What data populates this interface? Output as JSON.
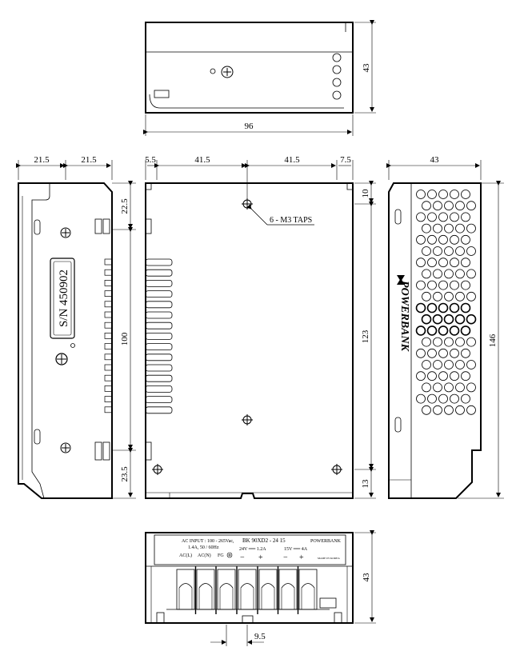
{
  "dims": {
    "top_height": "43",
    "top_width": "96",
    "left_21_5_a": "21.5",
    "left_21_5_b": "21.5",
    "front_5_5": "5.5",
    "front_41_5_a": "41.5",
    "front_41_5_b": "41.5",
    "front_7_5": "7.5",
    "right_43": "43",
    "left_22_5": "22.5",
    "left_100": "100",
    "left_23_5": "23.5",
    "front_10": "10",
    "front_123": "123",
    "front_13": "13",
    "right_146": "146",
    "bottom_43": "43",
    "bottom_9_5": "9.5"
  },
  "labels": {
    "serial": "S/N 450902",
    "taps": "6 - M3 TAPS",
    "brand": "POWERBANK"
  },
  "terminal_panel": {
    "ac_input_line1": "AC INPUT : 100 - 265Vac,",
    "ac_input_line2": "1.4A,  50 / 60Hz",
    "model": "BK 90XD2 - 24 15",
    "brand_small": "POWERBANK",
    "out1": "24V ══ 1.2A",
    "out2": "15V ══ 4A",
    "acl": "AC(L)",
    "acn": "AC(N)",
    "fg": "FG",
    "minus1": "−",
    "plus1": "+",
    "minus2": "−",
    "plus2": "+",
    "mark": "MADE  IN  KOREA"
  }
}
